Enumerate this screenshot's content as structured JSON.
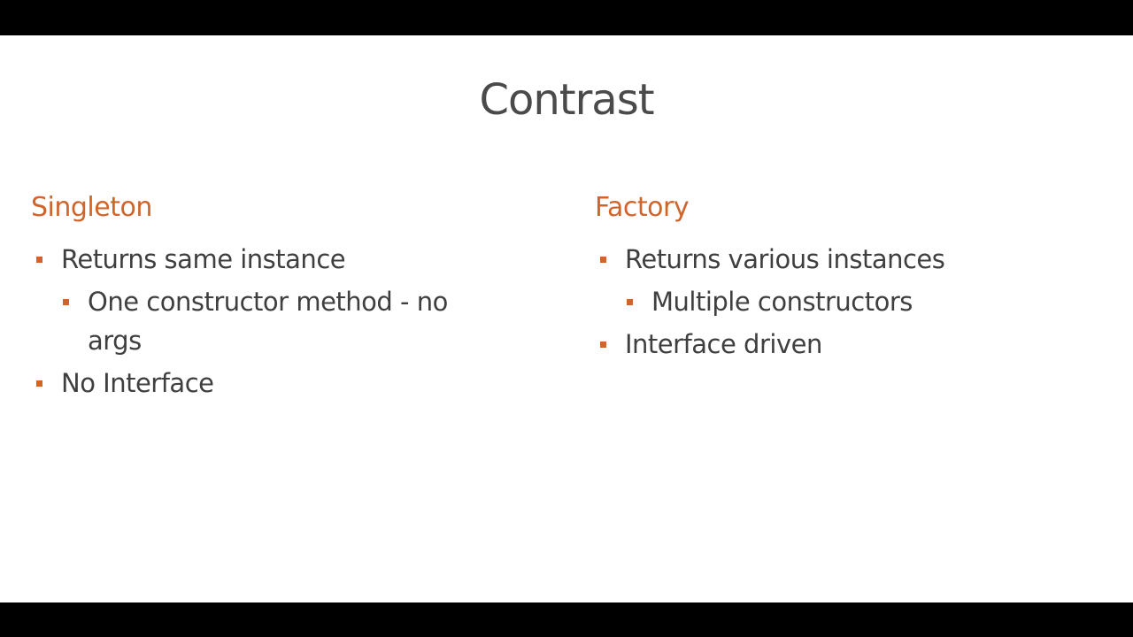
{
  "slide": {
    "title": "Contrast",
    "accent_color": "#d0652c",
    "text_color": "#3f3f3f",
    "columns": [
      {
        "heading": "Singleton",
        "items": [
          {
            "level": 1,
            "text": "Returns same instance"
          },
          {
            "level": 2,
            "text": "One constructor method - no args"
          },
          {
            "level": 1,
            "text": "No Interface"
          }
        ]
      },
      {
        "heading": "Factory",
        "items": [
          {
            "level": 1,
            "text": "Returns various instances"
          },
          {
            "level": 2,
            "text": "Multiple constructors"
          },
          {
            "level": 1,
            "text": "Interface driven"
          }
        ]
      }
    ]
  }
}
